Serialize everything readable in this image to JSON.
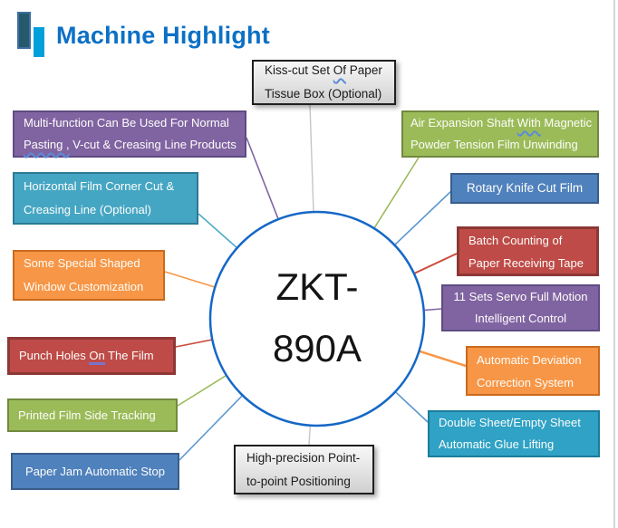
{
  "title": "Machine Highlight",
  "center": {
    "line1": "ZKT-",
    "line2": "890A"
  },
  "boxes": {
    "kiss_cut": {
      "line1_pre": "Kiss-cut Set ",
      "line1_mark": "Of",
      "line1_post": " Paper",
      "line2": "Tissue Box (Optional)"
    },
    "multi_function": {
      "line1": "Multi-function Can Be Used For Normal",
      "line2_mark": "Pasting ,",
      "line2_post": " V-cut & Creasing Line Products"
    },
    "horizontal_corner": {
      "line1": "Horizontal Film Corner Cut &",
      "line2": "Creasing Line (Optional)"
    },
    "window_custom": {
      "line1": "Some Special Shaped",
      "line2": "Window Customization"
    },
    "punch_holes": {
      "line1_pre": "Punch Holes ",
      "line1_mark": "On",
      "line1_post": " The Film"
    },
    "printed_film": {
      "line1": "Printed Film Side Tracking"
    },
    "paper_jam": {
      "line1": "Paper Jam Automatic Stop"
    },
    "air_expansion": {
      "line1_pre": "Air Expansion Shaft ",
      "line1_mark": "With",
      "line1_post": " Magnetic",
      "line2": "Powder Tension Film Unwinding"
    },
    "rotary_knife": {
      "line1": "Rotary Knife Cut Film"
    },
    "batch_counting": {
      "line1": "Batch Counting of",
      "line2": "Paper Receiving Tape"
    },
    "servo_control": {
      "line1": "11 Sets Servo Full Motion",
      "line2": "Intelligent Control"
    },
    "deviation_correction": {
      "line1": "Automatic Deviation",
      "line2": "Correction System"
    },
    "double_sheet": {
      "line1": "Double Sheet/Empty Sheet",
      "line2": "Automatic Glue Lifting"
    },
    "high_precision": {
      "line1": "High-precision Point-",
      "line2": "to-point Positioning"
    }
  },
  "palette": {
    "title_blue": "#0C70C5",
    "circle_blue": "#1568C6",
    "logo_dark": {
      "fill": "#26596C",
      "border": "#3C6F9F"
    },
    "logo_light": {
      "fill": "#00A0DB",
      "border": "#00A0DB"
    },
    "purple": {
      "fill": "#8064A2",
      "border": "#5F4B82",
      "line": "#8064A2"
    },
    "teal": {
      "fill": "#45A6C4",
      "border": "#2B7A94",
      "line": "#4BACC6"
    },
    "teal_deep": {
      "fill": "#2FA2C5",
      "border": "#1B7C9B",
      "line": "#5B96D0"
    },
    "orange": {
      "fill": "#F79646",
      "border": "#C96A1E",
      "line": "#F79646"
    },
    "red": {
      "fill": "#BE4B48",
      "border": "#8C3836",
      "line": "#CC4B3C"
    },
    "green": {
      "fill": "#9BBB59",
      "border": "#71893F",
      "line": "#9BBB59"
    },
    "blue": {
      "fill": "#4F81BD",
      "border": "#385D8A",
      "line": "#5B96D0"
    },
    "gray_line": {
      "line": "#C6C6C6"
    },
    "squiggle_blue": "#5B8BD8",
    "word_mark_purple": "#7A74C9"
  }
}
